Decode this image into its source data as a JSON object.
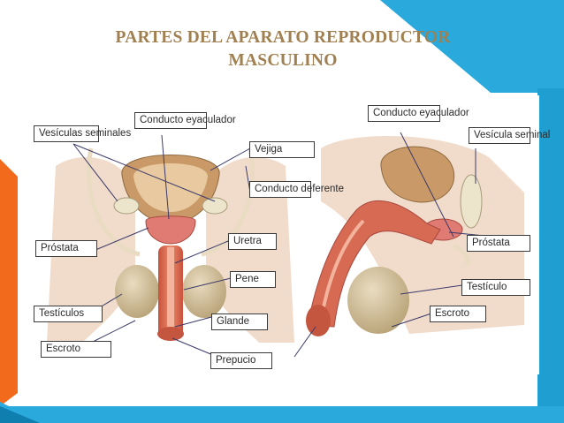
{
  "slide": {
    "title_line1": "PARTES DEL APARATO  REPRODUCTOR",
    "title_line2": "MASCULINO"
  },
  "labels": {
    "front": {
      "vesiculas_seminales": "Vesículas seminales",
      "conducto_eyaculador": "Conducto eyaculador",
      "vejiga": "Vejiga",
      "conducto_deferente": "Conducto deferente",
      "prostata": "Próstata",
      "uretra": "Uretra",
      "pene": "Pene",
      "testiculos": "Testículos",
      "glande": "Glande",
      "escroto": "Escroto",
      "prepucio": "Prepucio"
    },
    "side": {
      "conducto_eyaculador": "Conducto eyaculador",
      "vesicula_seminal": "Vesícula seminal",
      "prostata": "Próstata",
      "testiculo": "Testículo",
      "escroto": "Escroto"
    }
  },
  "colors": {
    "title": "#a07f50",
    "accent_blue": "#2aa9dc",
    "accent_orange": "#f26a1b",
    "tissue": "#d66a52",
    "skin": "#f3e3d6"
  }
}
